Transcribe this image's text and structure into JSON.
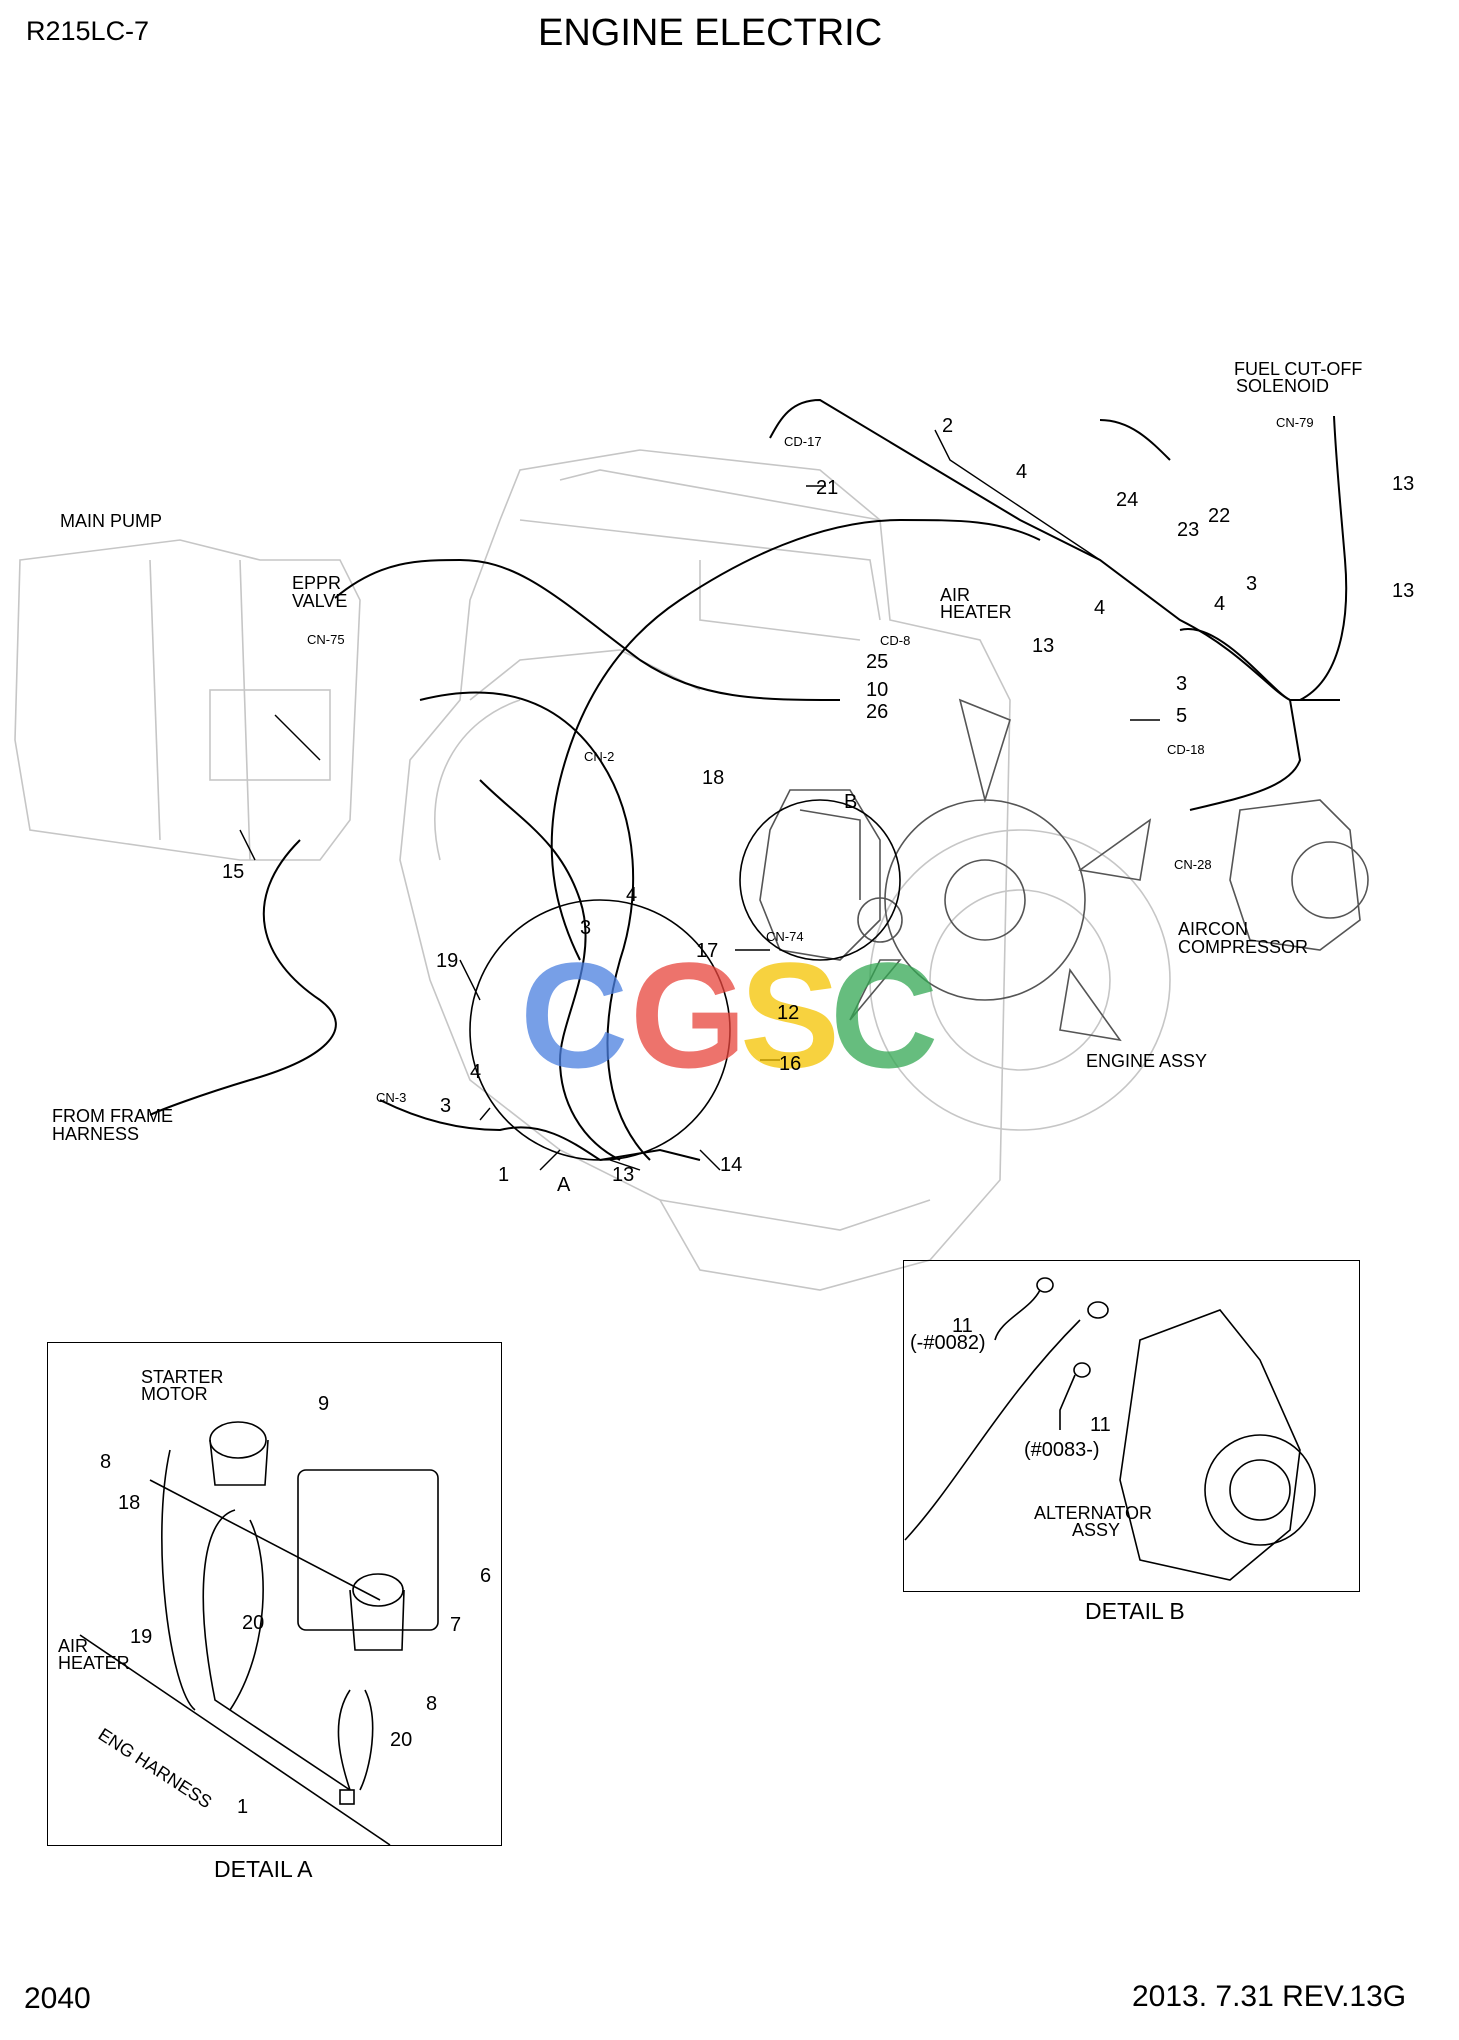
{
  "header": {
    "model": "R215LC-7",
    "title": "ENGINE ELECTRIC"
  },
  "footer": {
    "page_number": "2040",
    "revision": "2013. 7.31 REV.13G"
  },
  "labels": {
    "main_pump": "MAIN PUMP",
    "eppr_valve_1": "EPPR",
    "eppr_valve_2": "VALVE",
    "fuel_cutoff_1": "FUEL CUT-OFF",
    "fuel_cutoff_2": "SOLENOID",
    "air_heater_1": "AIR",
    "air_heater_2": "HEATER",
    "aircon_1": "AIRCON",
    "aircon_2": "COMPRESSOR",
    "engine_assy": "ENGINE ASSY",
    "from_frame_1": "FROM FRAME",
    "from_frame_2": "HARNESS",
    "starter_1": "STARTER",
    "starter_2": "MOTOR",
    "da_air_1": "AIR",
    "da_air_2": "HEATER",
    "eng_harness": "ENG HARNESS",
    "alternator_1": "ALTERNATOR",
    "alternator_2": "ASSY",
    "serial_before": "(-#0082)",
    "serial_after": "(#0083-)",
    "detail_a": "DETAIL A",
    "detail_b": "DETAIL  B",
    "callout_a": "A",
    "callout_b": "B"
  },
  "connectors": {
    "cd17": "CD-17",
    "cn79": "CN-79",
    "cn75": "CN-75",
    "cd8": "CD-8",
    "cn2": "CN-2",
    "cd18": "CD-18",
    "cn28": "CN-28",
    "cn74": "CN-74",
    "cn3": "CN-3"
  },
  "parts": {
    "p1": "1",
    "p2": "2",
    "p3": "3",
    "p4": "4",
    "p5": "5",
    "p6": "6",
    "p7": "7",
    "p8": "8",
    "p9": "9",
    "p10": "10",
    "p11": "11",
    "p12": "12",
    "p13": "13",
    "p14": "14",
    "p15": "15",
    "p16": "16",
    "p17": "17",
    "p18": "18",
    "p19": "19",
    "p20": "20",
    "p21": "21",
    "p22": "22",
    "p23": "23",
    "p24": "24",
    "p25": "25",
    "p26": "26"
  },
  "watermark": {
    "letters": [
      "C",
      "G",
      "S",
      "C"
    ],
    "colors": [
      "#4a7fe0",
      "#e8453c",
      "#f5c400",
      "#34a853"
    ]
  }
}
